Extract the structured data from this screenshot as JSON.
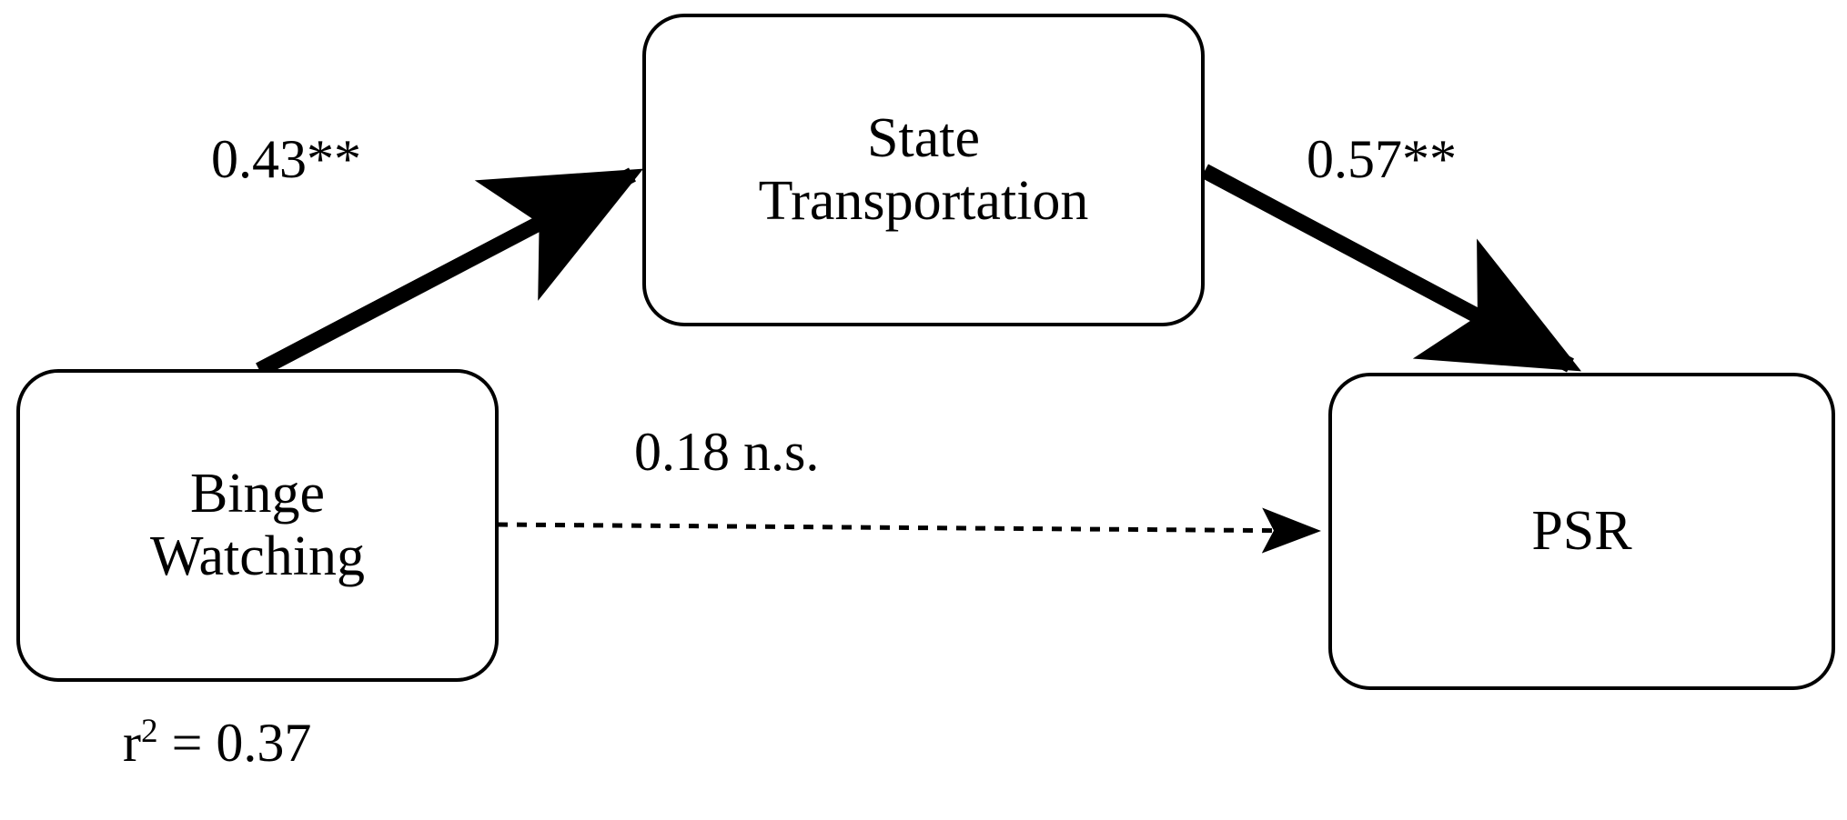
{
  "figure": {
    "type": "path-model-diagram",
    "background_color": "#ffffff",
    "stroke_color": "#000000"
  },
  "nodes": [
    {
      "id": "state-transportation",
      "label": "State\nTransportation",
      "shape": "rounded-rectangle"
    },
    {
      "id": "binge-watching",
      "label": "Binge\nWatching",
      "shape": "rounded-rectangle"
    },
    {
      "id": "psr",
      "label": "PSR",
      "shape": "rounded-rectangle"
    }
  ],
  "edges": [
    {
      "id": "a-path",
      "from": "binge-watching",
      "to": "state-transportation",
      "label": "0.43**",
      "coefficient": 0.43,
      "significance": "**",
      "style": "solid-bold"
    },
    {
      "id": "b-path",
      "from": "state-transportation",
      "to": "psr",
      "label": "0.57**",
      "coefficient": 0.57,
      "significance": "**",
      "style": "solid-bold"
    },
    {
      "id": "c-path",
      "from": "binge-watching",
      "to": "psr",
      "label": "0.18 n.s.",
      "coefficient": 0.18,
      "significance": "n.s.",
      "style": "dashed-thin"
    }
  ],
  "statistics": {
    "r_squared_symbol": "r",
    "r_squared_exponent": "2",
    "r_squared_equals": " = ",
    "r_squared_value": "0.37",
    "r_squared_full": "r2 = 0.37"
  },
  "chart_data": {
    "type": "diagram",
    "title": "",
    "nodes": [
      "Binge Watching",
      "State Transportation",
      "PSR"
    ],
    "paths": [
      {
        "from": "Binge Watching",
        "to": "State Transportation",
        "value": 0.43,
        "sig": "**"
      },
      {
        "from": "State Transportation",
        "to": "PSR",
        "value": 0.57,
        "sig": "**"
      },
      {
        "from": "Binge Watching",
        "to": "PSR",
        "value": 0.18,
        "sig": "n.s."
      }
    ],
    "annotations": [
      {
        "text": "r2 = 0.37",
        "attached_to": "Binge Watching"
      }
    ]
  }
}
